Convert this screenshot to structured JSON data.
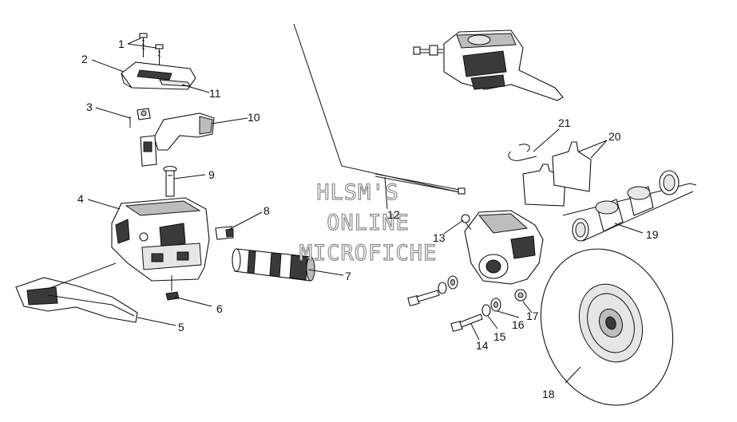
{
  "callouts": {
    "c1": "1",
    "c2": "2",
    "c3": "3",
    "c4": "4",
    "c5": "5",
    "c6": "6",
    "c7": "7",
    "c8": "8",
    "c9": "9",
    "c10": "10",
    "c11": "11",
    "c12": "12",
    "c13": "13",
    "c14": "14",
    "c15": "15",
    "c16": "16",
    "c17": "17",
    "c18": "18",
    "c19": "19",
    "c20": "20",
    "c21": "21"
  },
  "watermark": {
    "line1": "HLSM'S",
    "line2": "ONLINE",
    "line3": "MICROFICHE"
  },
  "colors": {
    "line": "#111111",
    "shade": "#3a3a3a",
    "watermark_outline": "#8c8c8c"
  }
}
